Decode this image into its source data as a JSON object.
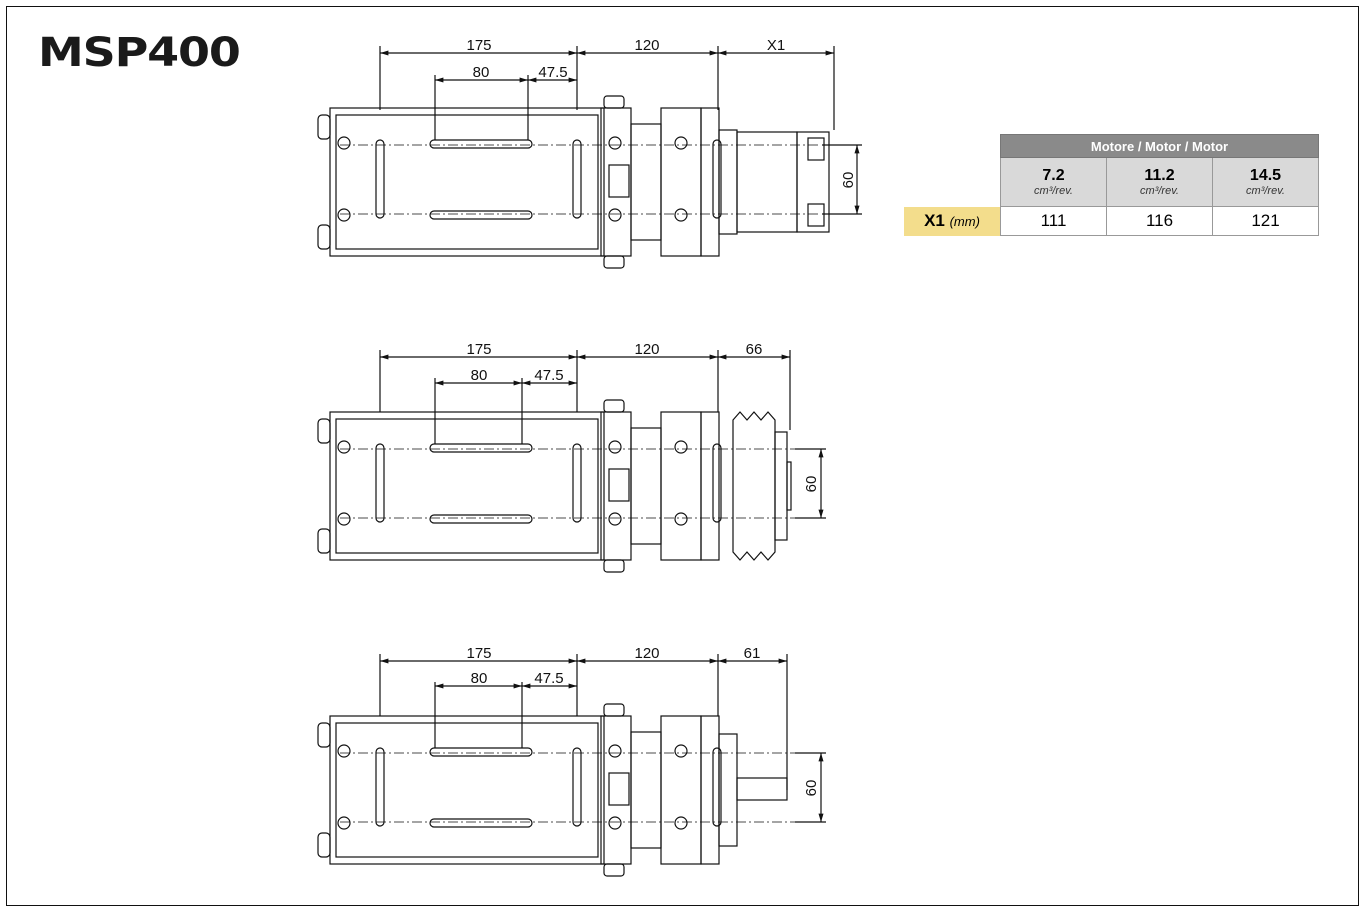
{
  "logo": "MSP400",
  "table": {
    "header": "Motore / Motor / Motor",
    "columns": [
      {
        "value": "7.2",
        "unit": "cm³/rev."
      },
      {
        "value": "11.2",
        "unit": "cm³/rev."
      },
      {
        "value": "14.5",
        "unit": "cm³/rev."
      }
    ],
    "row_label": "X1",
    "row_unit": "(mm)",
    "row_values": [
      "111",
      "116",
      "121"
    ]
  },
  "views": [
    {
      "dims": {
        "a": "175",
        "b": "80",
        "c": "47.5",
        "d": "120",
        "e": "X1",
        "h": "60"
      }
    },
    {
      "dims": {
        "a": "175",
        "b": "80",
        "c": "47.5",
        "d": "120",
        "e": "66",
        "h": "60"
      }
    },
    {
      "dims": {
        "a": "175",
        "b": "80",
        "c": "47.5",
        "d": "120",
        "e": "61",
        "h": "60"
      }
    }
  ]
}
